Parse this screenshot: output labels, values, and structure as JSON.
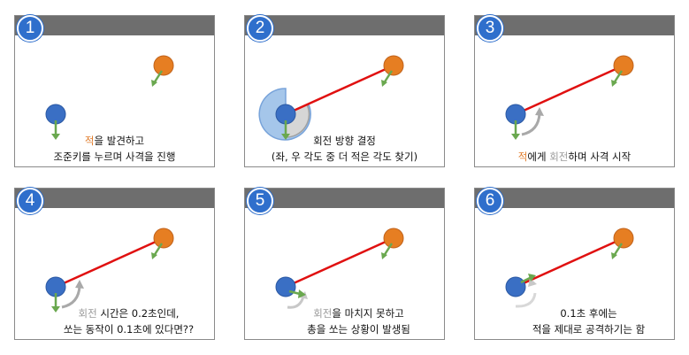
{
  "panels": [
    {
      "number": "1",
      "caption": [
        [
          "적",
          "orange"
        ],
        [
          "을 발견하고",
          ""
        ],
        [
          "\n",
          ""
        ],
        [
          "조준키를 누르며 사격을 진행",
          ""
        ]
      ]
    },
    {
      "number": "2",
      "caption": [
        [
          "회전 방향 결정",
          ""
        ],
        [
          "\n",
          ""
        ],
        [
          "(좌, 우 각도 중 더 적은 각도 찾기)",
          ""
        ]
      ]
    },
    {
      "number": "3",
      "caption": [
        [
          "적",
          "orange"
        ],
        [
          "에게 ",
          ""
        ],
        [
          "회전",
          "grey"
        ],
        [
          "하며 사격 시작",
          ""
        ]
      ]
    },
    {
      "number": "4",
      "caption": [
        [
          "회전",
          "grey"
        ],
        [
          " 시간은 0.2초인데,",
          ""
        ],
        [
          "\n",
          ""
        ],
        [
          "쏘는 동작이 0.1초에 있다면??",
          ""
        ]
      ]
    },
    {
      "number": "5",
      "caption": [
        [
          "회전",
          "grey"
        ],
        [
          "을 마치지 못하고",
          ""
        ],
        [
          "\n",
          ""
        ],
        [
          "총을 쏘는 상황이 발생됨",
          ""
        ]
      ]
    },
    {
      "number": "6",
      "caption": [
        [
          "0.1초 후에는",
          ""
        ],
        [
          "\n",
          ""
        ],
        [
          "적을 제대로 공격하기는 함",
          ""
        ]
      ]
    }
  ],
  "colors": {
    "player": "#3a6fc4",
    "enemy": "#e67e22",
    "laser": "#e01010",
    "arrow": "#6aa84f",
    "rotate": "#a9a9a9",
    "badge": "#2f6fcc"
  }
}
